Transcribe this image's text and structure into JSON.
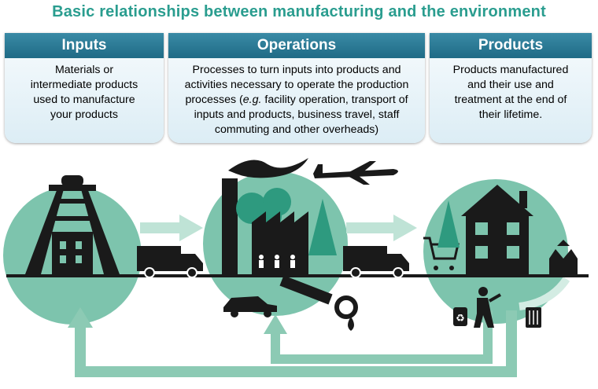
{
  "title": "Basic relationships between manufacturing and the environment",
  "columns": [
    {
      "heading": "Inputs",
      "text": "Materials or intermediate products used to manufacture your products"
    },
    {
      "heading": "Operations",
      "text_before": "Processes to turn inputs into products and activities necessary to operate the production processes (",
      "text_em": "e.g.",
      "text_after": " facility operation, transport of inputs and products, business travel, staff commuting and other overheads)"
    },
    {
      "heading": "Products",
      "text": "Products manufactured and their use and treatment at the end of their lifetime."
    }
  ],
  "colors": {
    "title": "#2a9d8f",
    "header": "#1f6b86",
    "circle": "#7dc4ad",
    "arrow": "#bfe3d6",
    "loop": "#8ccab4",
    "silhouette": "#1a1a1a"
  }
}
